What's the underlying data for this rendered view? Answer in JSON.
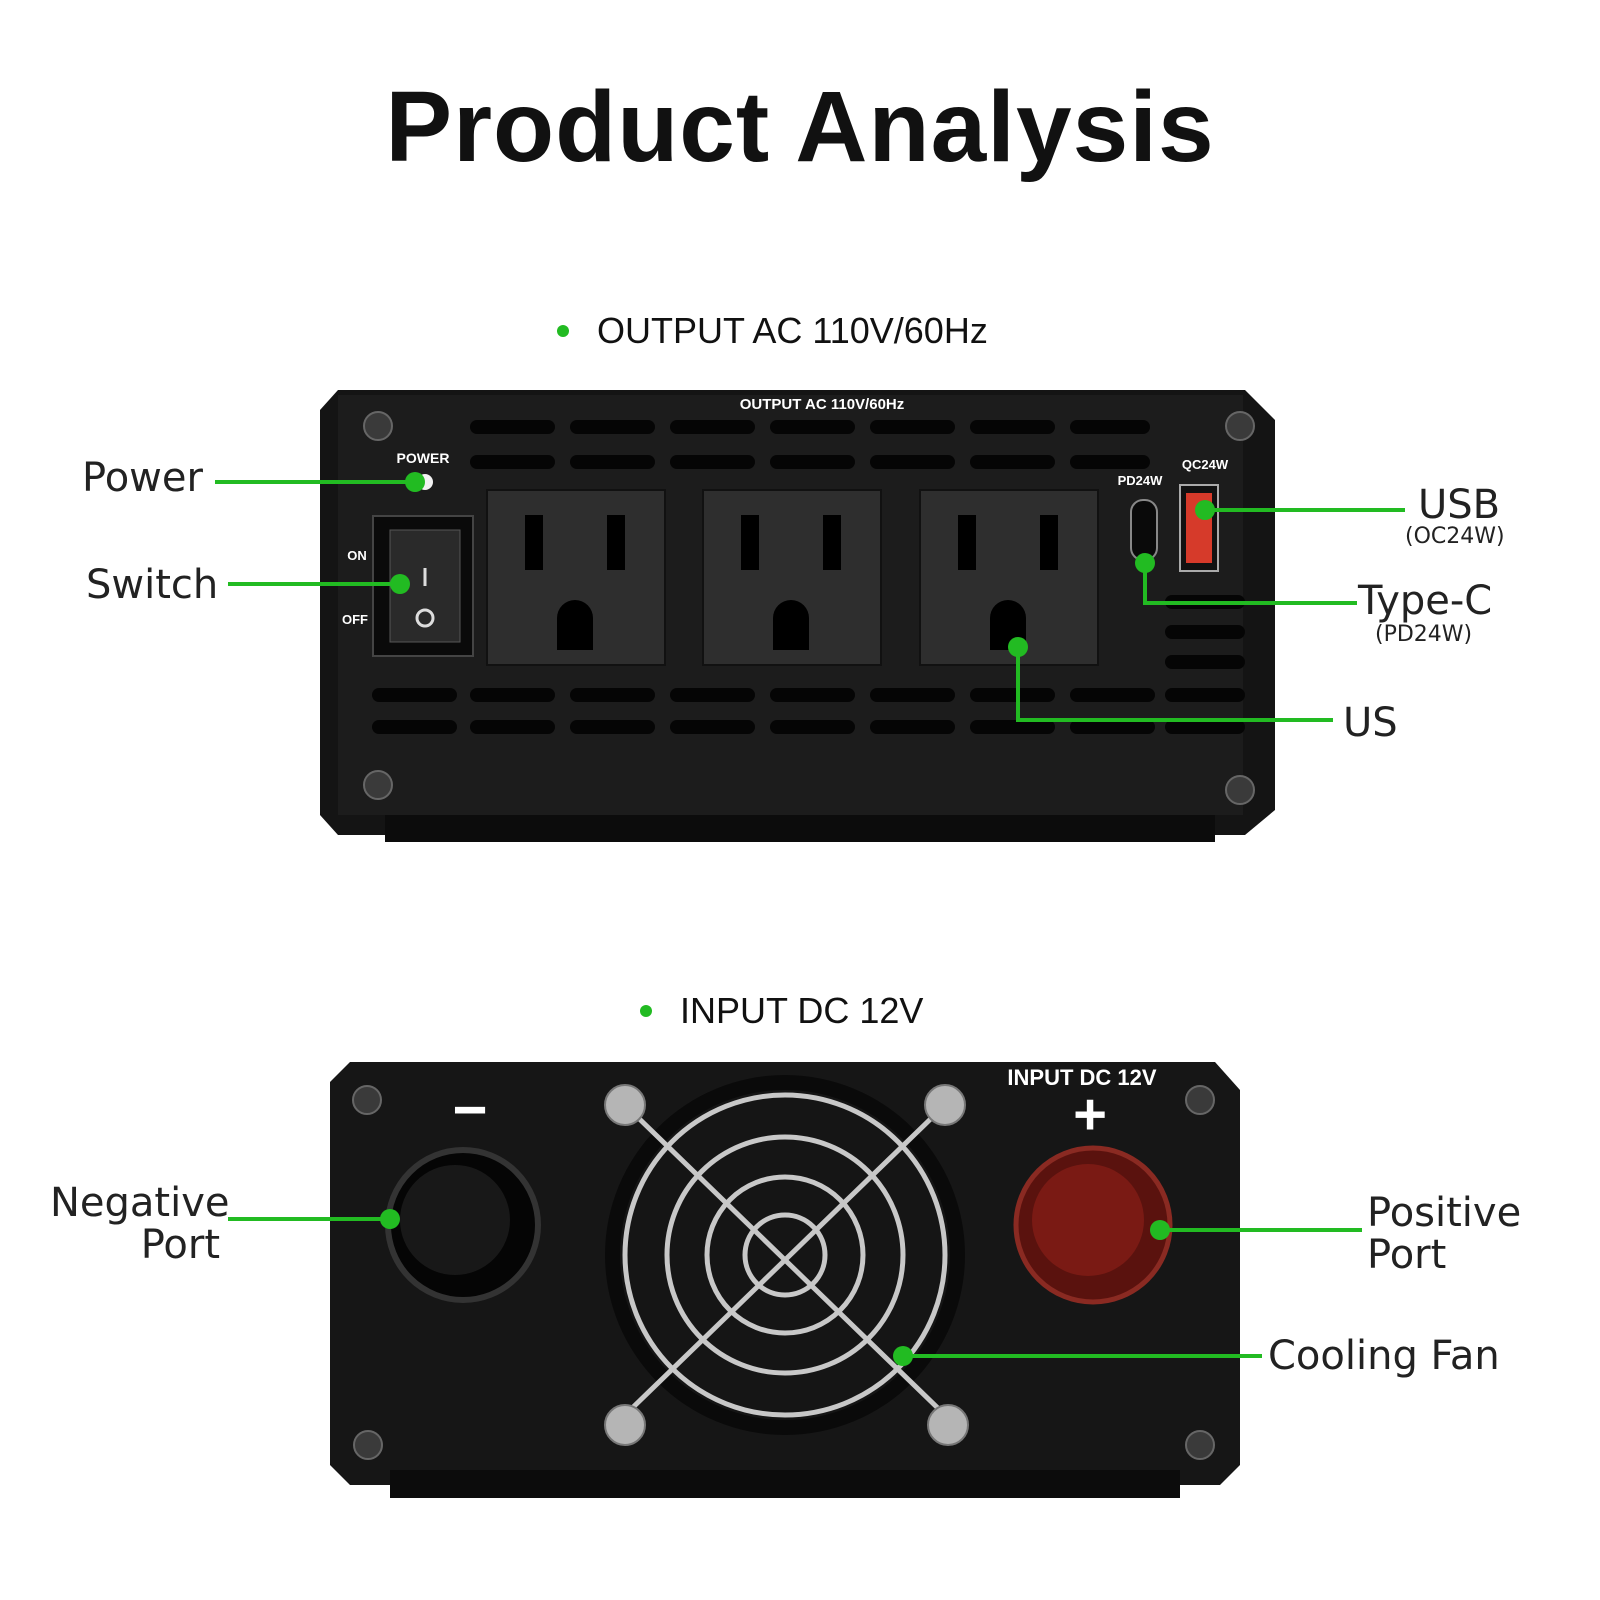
{
  "title": "Product Analysis",
  "output": {
    "heading": "OUTPUT AC 110V/60Hz",
    "panel_print": "OUTPUT AC 110V/60Hz",
    "power_print": "POWER",
    "on_print": "ON",
    "off_print": "OFF",
    "pd_print": "PD24W",
    "qc_print": "QC24W",
    "labels": {
      "power": "Power",
      "switch": "Switch",
      "usb": "USB",
      "usb_sub": "(OC24W)",
      "typec": "Type-C",
      "typec_sub": "(PD24W)",
      "us": "US"
    }
  },
  "input": {
    "heading": "INPUT DC 12V",
    "panel_print": "INPUT DC 12V",
    "minus_print": "−",
    "plus_print": "+",
    "labels": {
      "negative_1": "Negative",
      "negative_2": "Port",
      "positive_1": "Positive",
      "positive_2": "Port",
      "fan": "Cooling Fan"
    }
  },
  "colors": {
    "accent": "#22bb22",
    "panel": "#1a1a1a",
    "positive_knob": "#7a1a14"
  }
}
